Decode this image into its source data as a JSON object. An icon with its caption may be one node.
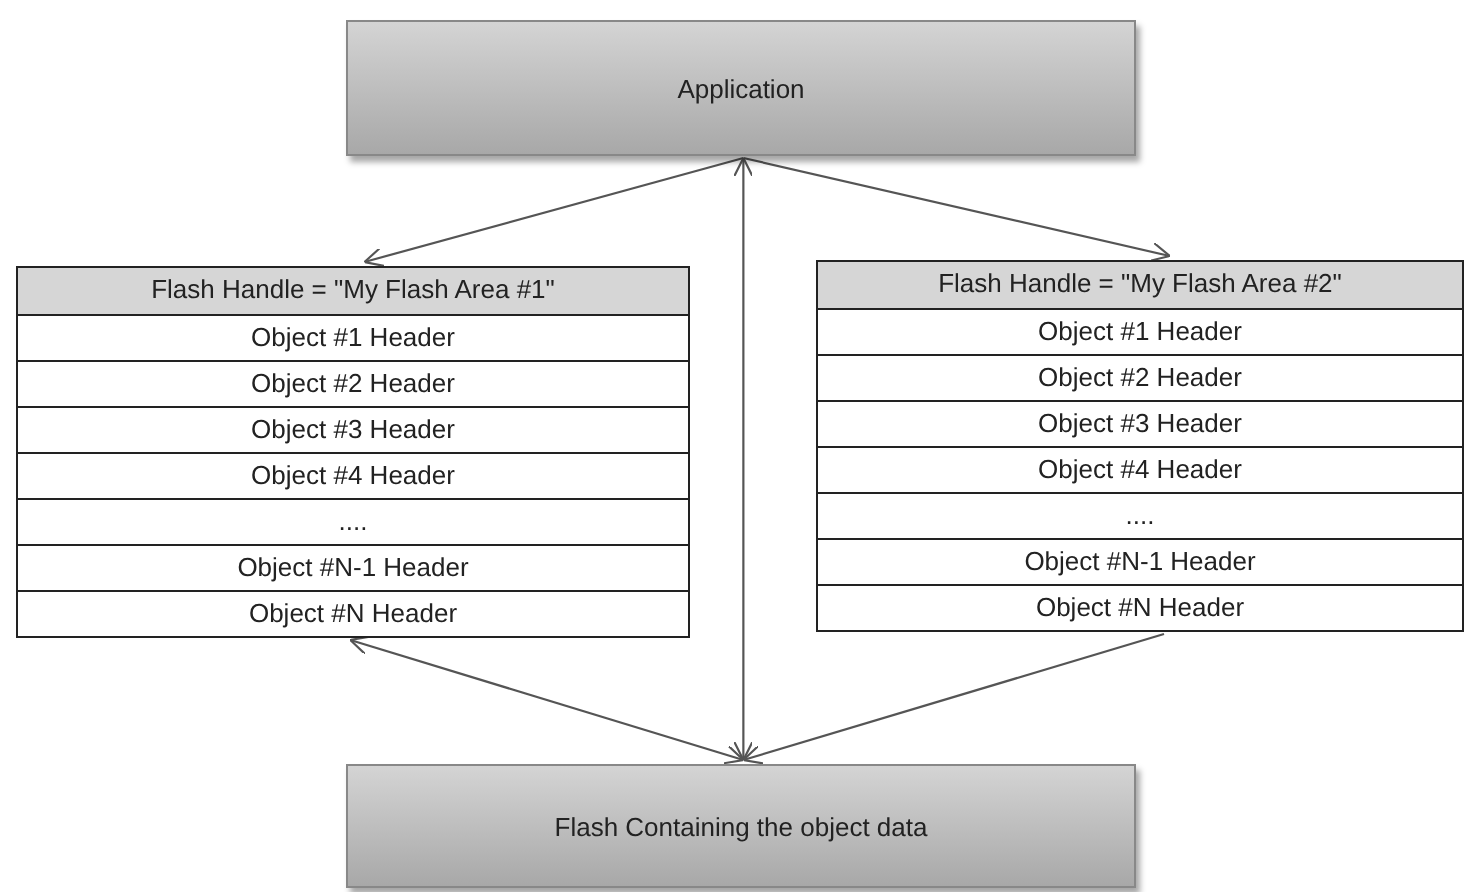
{
  "diagram": {
    "nodes": [
      {
        "text": [
          "Application"
        ]
      },
      {
        "text": [
          "Flash Handle = \"My Flash Area #1\"",
          "Object #1 Header",
          "Object #2 Header",
          "Object #3 Header",
          "Object #4 Header",
          "....",
          "Object #N-1 Header",
          "Object #N Header"
        ]
      },
      {
        "text": [
          "Flash Handle = \"My Flash Area #2\"",
          "Object #1 Header",
          "Object #2 Header",
          "Object #3 Header",
          "Object #4 Header",
          "....",
          "Object #N-1 Header",
          "Object #N Header"
        ]
      },
      {
        "text": [
          "Flash Containing the object data"
        ]
      }
    ],
    "edges": [
      {
        "from": 0,
        "to": 1,
        "arrow": "to"
      },
      {
        "from": 0,
        "to": 2,
        "arrow": "to"
      },
      {
        "from": 0,
        "to": 3,
        "arrow": "both"
      },
      {
        "from": 1,
        "to": 3,
        "arrow": "both"
      },
      {
        "from": 2,
        "to": 3,
        "arrow": "to"
      }
    ]
  }
}
